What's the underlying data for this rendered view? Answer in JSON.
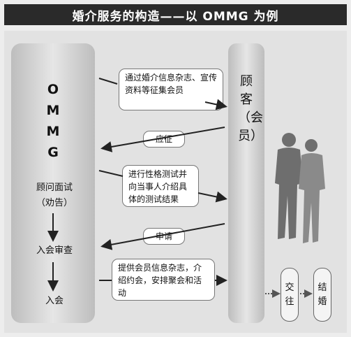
{
  "title": "婚介服务的构造——以 OMMG 为例",
  "left_column": {
    "name": "OMMG",
    "steps": [
      {
        "label": "顾问面试\n（劝告）"
      },
      {
        "label": "入会审查"
      },
      {
        "label": "入会"
      }
    ]
  },
  "right_column": {
    "name": "顾客（会员）"
  },
  "flows": [
    {
      "id": "flow1",
      "text": "通过婚介信息杂志、宣传资料等征集会员",
      "direction": "to-customer"
    },
    {
      "id": "flow2",
      "text": "应征",
      "direction": "to-ommg"
    },
    {
      "id": "flow3",
      "text": "进行性格测试并向当事人介绍具体的测试结果",
      "direction": "to-customer"
    },
    {
      "id": "flow4",
      "text": "申请",
      "direction": "to-ommg"
    },
    {
      "id": "flow5",
      "text": "提供会员信息杂志，介绍约会，安排聚会和活动",
      "direction": "to-customer"
    }
  ],
  "outcomes": [
    {
      "label": "交往"
    },
    {
      "label": "结婚"
    }
  ],
  "colors": {
    "header_bg": "#2a2a2a",
    "column_shade": "#bdbdbd",
    "figure": "#6e6e6e"
  }
}
